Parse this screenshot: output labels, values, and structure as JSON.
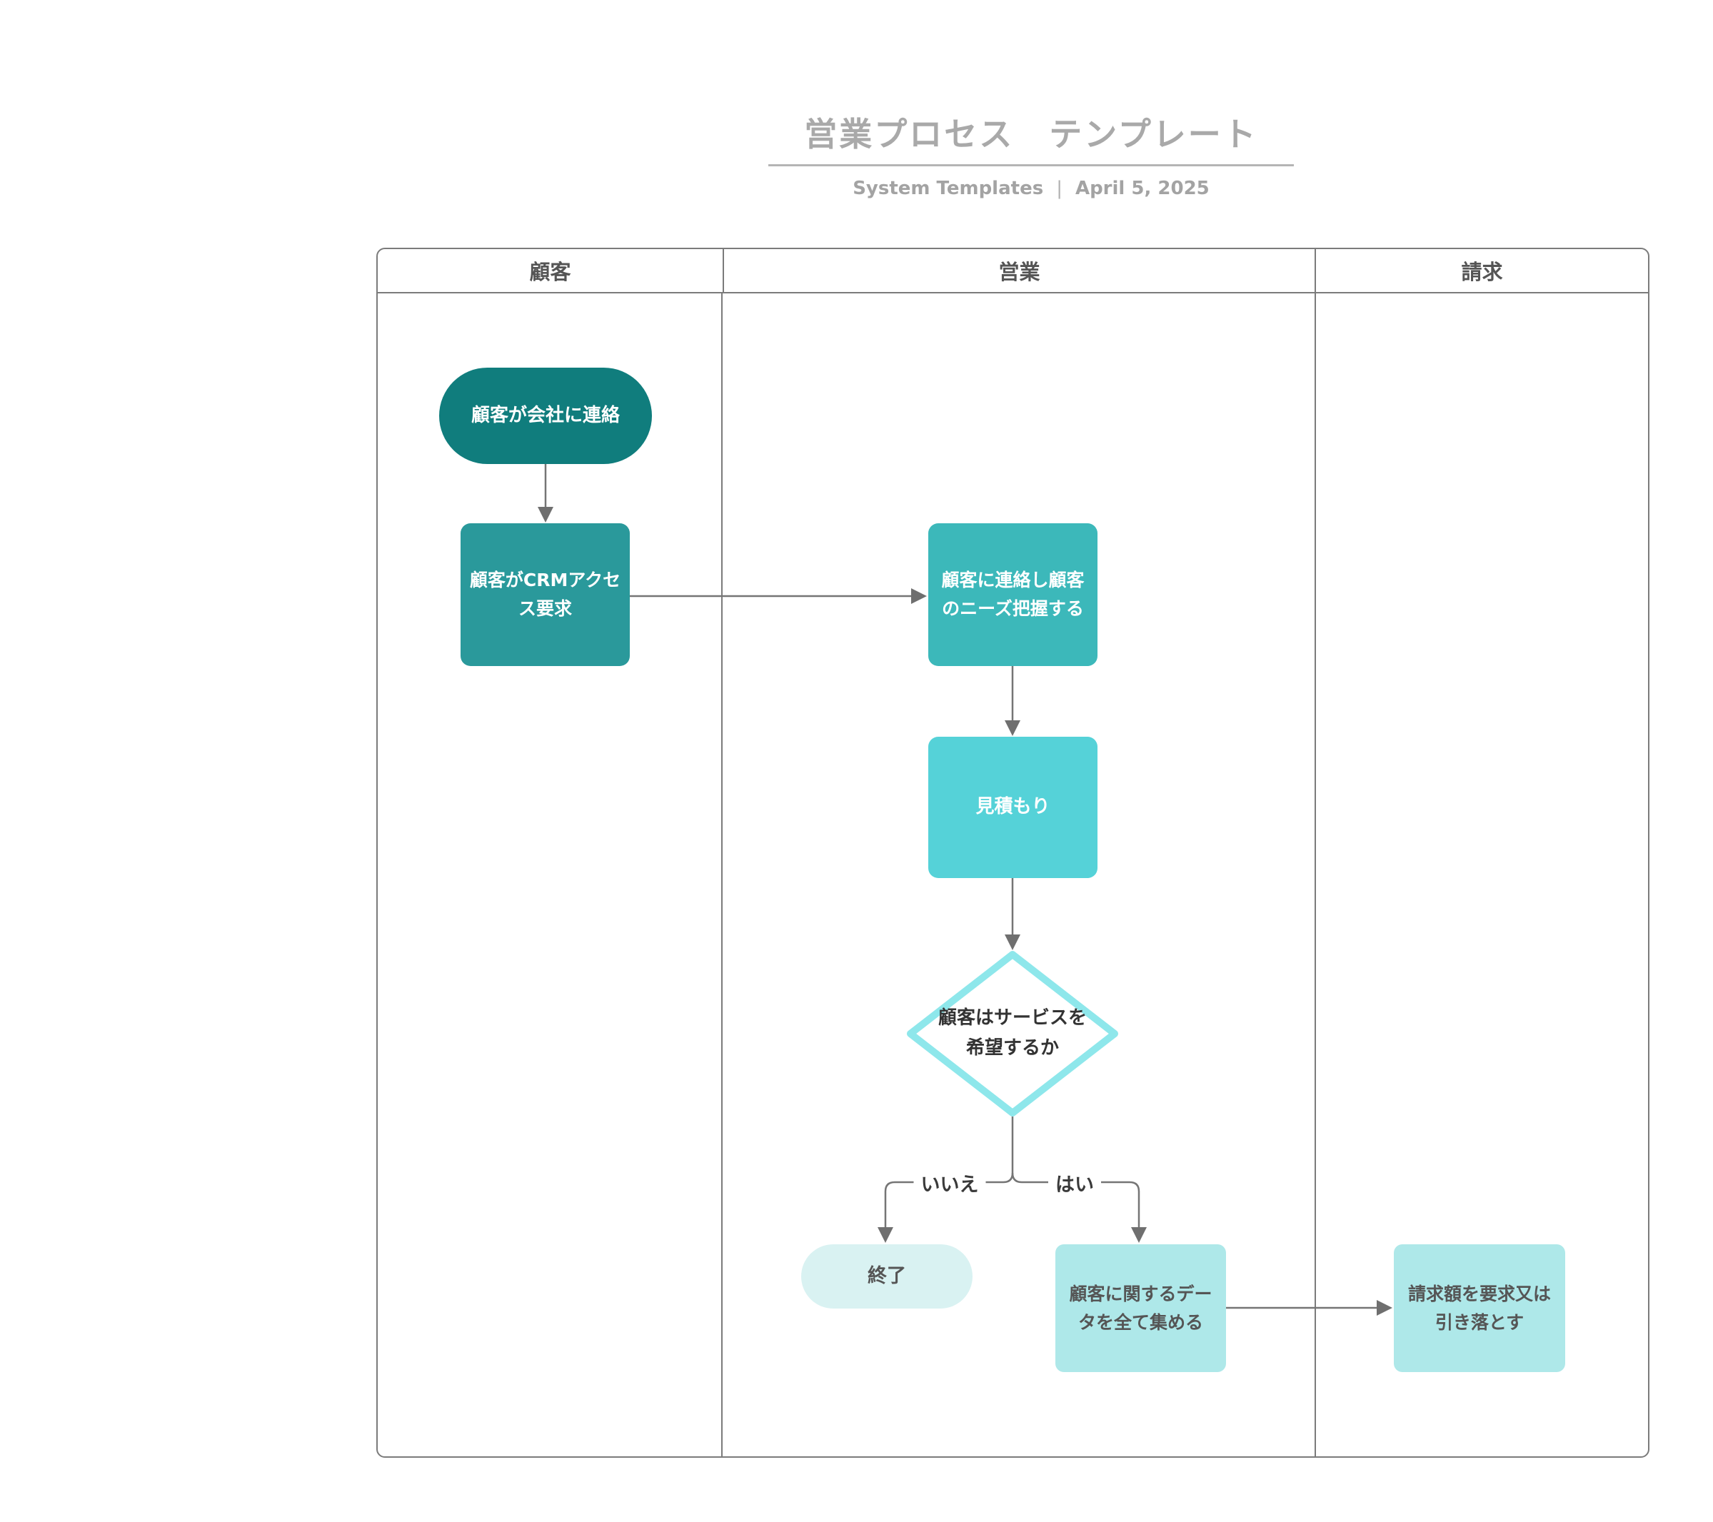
{
  "title": "営業プロセス　テンプレート",
  "subtitle": {
    "brand": "System Templates",
    "separator": "|",
    "date": "April 5, 2025"
  },
  "lanes": {
    "customer": "顧客",
    "sales": "営業",
    "billing": "請求"
  },
  "nodes": {
    "start": "顧客が会社に連絡",
    "crm_request": "顧客がCRMアクセス要求",
    "contact_needs": "顧客に連絡し顧客のニーズ把握する",
    "estimate": "見積もり",
    "decision": "顧客はサービスを希望するか",
    "end": "終了",
    "collect_data": "顧客に関するデータを全て集める",
    "request_billing": "請求額を要求又は引き落とす"
  },
  "edge_labels": {
    "no": "いいえ",
    "yes": "はい"
  },
  "colors": {
    "start_node": "#107d7d",
    "crm_node": "#2a999b",
    "contact_node": "#3cb8ba",
    "estimate_node": "#55d2d8",
    "decision_border": "#8ee7eb",
    "end_node": "#d9f2f2",
    "light_node": "#aee8e9",
    "connector": "#757575",
    "title_text": "#a9a9a9",
    "lane_header_text": "#555555"
  }
}
